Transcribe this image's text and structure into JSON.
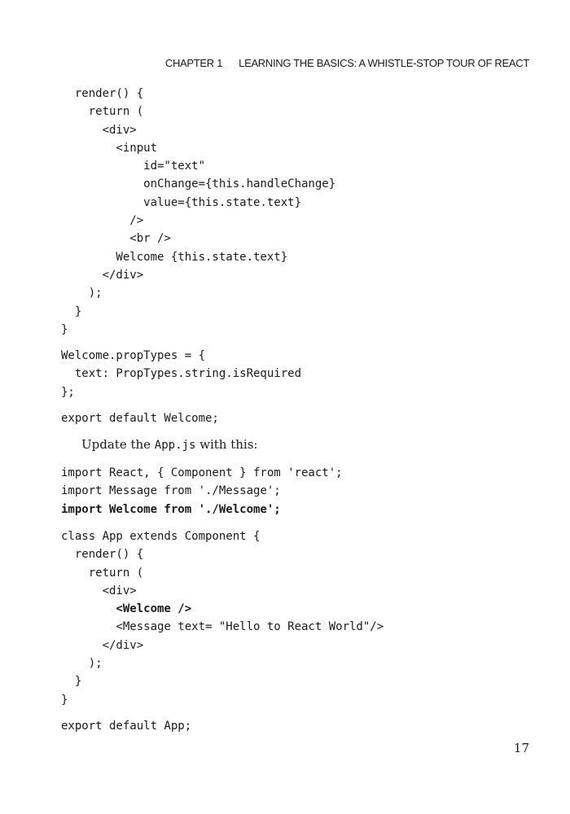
{
  "header": {
    "chapter": "CHAPTER 1",
    "title": "LEARNING THE BASICS: A WHISTLE-STOP TOUR OF REACT"
  },
  "blocks": [
    {
      "lines": [
        {
          "text": "  render() {",
          "bold": false
        },
        {
          "text": "    return (",
          "bold": false
        },
        {
          "text": "      <div>",
          "bold": false
        },
        {
          "text": "        <input",
          "bold": false
        },
        {
          "text": "            id=\"text\"",
          "bold": false
        },
        {
          "text": "            onChange={this.handleChange}",
          "bold": false
        },
        {
          "text": "            value={this.state.text}",
          "bold": false
        },
        {
          "text": "          />",
          "bold": false
        },
        {
          "text": "          <br />",
          "bold": false
        },
        {
          "text": "        Welcome {this.state.text}",
          "bold": false
        },
        {
          "text": "      </div>",
          "bold": false
        },
        {
          "text": "    );",
          "bold": false
        },
        {
          "text": "  }",
          "bold": false
        },
        {
          "text": "}",
          "bold": false
        }
      ]
    },
    {
      "lines": [
        {
          "text": "Welcome.propTypes = {",
          "bold": false
        },
        {
          "text": "  text: PropTypes.string.isRequired",
          "bold": false
        },
        {
          "text": "};",
          "bold": false
        }
      ]
    },
    {
      "lines": [
        {
          "text": "export default Welcome;",
          "bold": false
        }
      ]
    },
    {
      "lines": [
        {
          "text": "import React, { Component } from 'react';",
          "bold": false
        },
        {
          "text": "import Message from './Message';",
          "bold": false
        },
        {
          "text": "import Welcome from './Welcome';",
          "bold": true
        }
      ]
    },
    {
      "lines": [
        {
          "text": "class App extends Component {",
          "bold": false
        },
        {
          "text": "  render() {",
          "bold": false
        },
        {
          "text": "    return (",
          "bold": false
        },
        {
          "text": "      <div>",
          "bold": false
        },
        {
          "text": "        <Welcome />",
          "bold": true
        },
        {
          "text": "        <Message text= \"Hello to React World\"/>",
          "bold": false
        },
        {
          "text": "      </div>",
          "bold": false
        },
        {
          "text": "    );",
          "bold": false
        },
        {
          "text": "  }",
          "bold": false
        },
        {
          "text": "}",
          "bold": false
        }
      ]
    },
    {
      "lines": [
        {
          "text": "export default App;",
          "bold": false
        }
      ]
    }
  ],
  "prose": {
    "before": "Update the ",
    "code": "App.js",
    "after": " with this:"
  },
  "page_number": "17"
}
